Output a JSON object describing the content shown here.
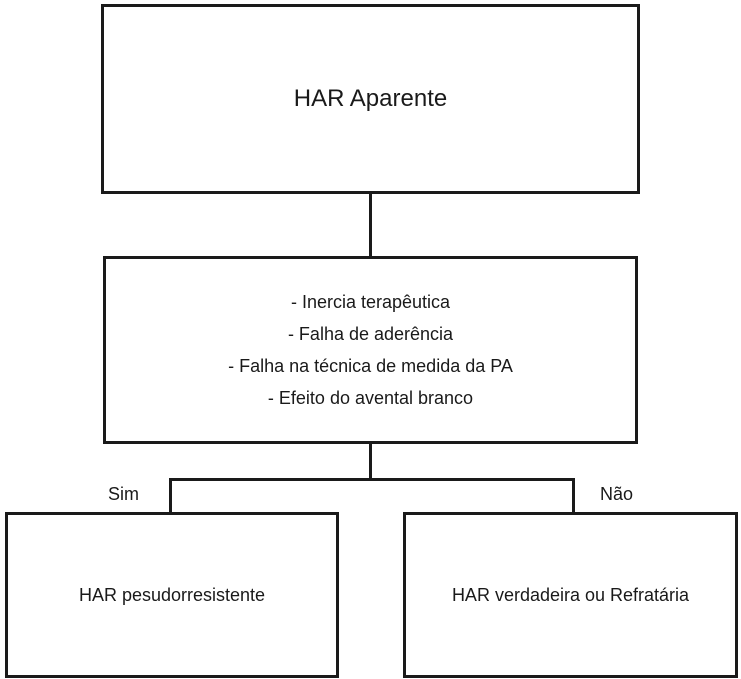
{
  "diagram": {
    "top_node": {
      "label": "HAR Aparente"
    },
    "middle_node": {
      "items": [
        "- Inercia terapêutica",
        "- Falha de aderência",
        "- Falha na técnica de medida da PA",
        "- Efeito do avental branco"
      ]
    },
    "branches": {
      "yes": {
        "label": "Sim",
        "node_label": "HAR pesudorresistente"
      },
      "no": {
        "label": "Não",
        "node_label": "HAR verdadeira ou Refratária"
      }
    }
  }
}
